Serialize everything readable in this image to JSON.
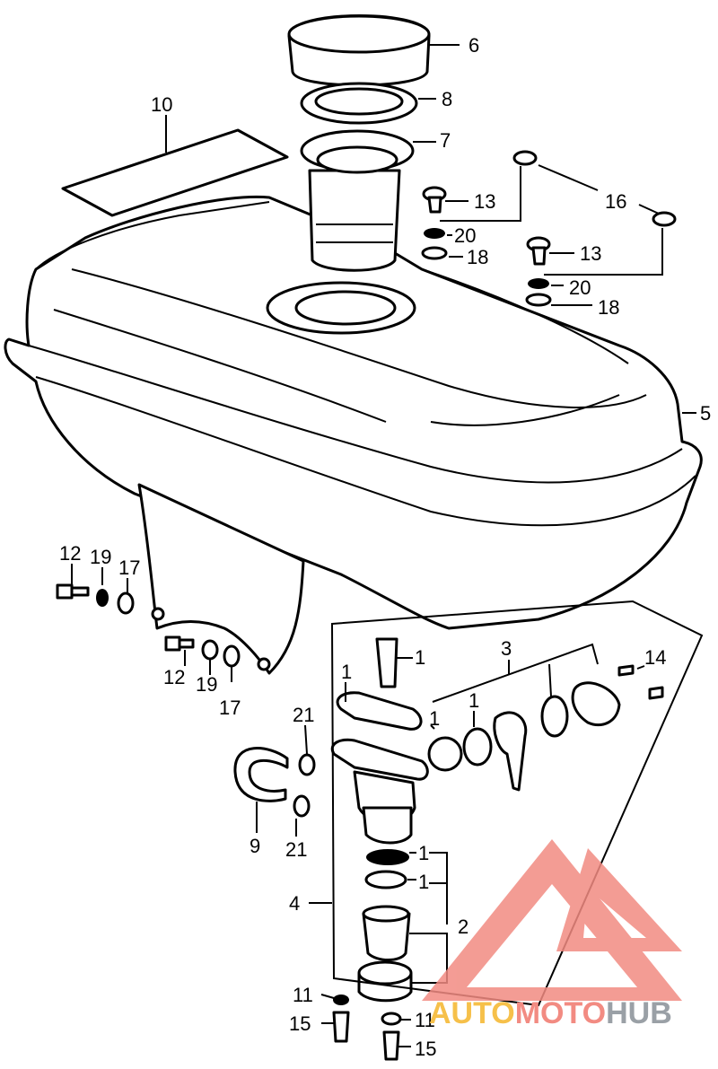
{
  "diagram": {
    "callouts": [
      {
        "id": "c-6",
        "text": "6"
      },
      {
        "id": "c-8",
        "text": "8"
      },
      {
        "id": "c-7",
        "text": "7"
      },
      {
        "id": "c-10",
        "text": "10"
      },
      {
        "id": "c-13a",
        "text": "13"
      },
      {
        "id": "c-16",
        "text": "16"
      },
      {
        "id": "c-20a",
        "text": "20"
      },
      {
        "id": "c-18a",
        "text": "18"
      },
      {
        "id": "c-13b",
        "text": "13"
      },
      {
        "id": "c-20b",
        "text": "20"
      },
      {
        "id": "c-18b",
        "text": "18"
      },
      {
        "id": "c-5",
        "text": "5"
      },
      {
        "id": "c-12a",
        "text": "12"
      },
      {
        "id": "c-19a",
        "text": "19"
      },
      {
        "id": "c-17a",
        "text": "17"
      },
      {
        "id": "c-12b",
        "text": "12"
      },
      {
        "id": "c-19b",
        "text": "19"
      },
      {
        "id": "c-17b",
        "text": "17"
      },
      {
        "id": "c-1a",
        "text": "1"
      },
      {
        "id": "c-3",
        "text": "3"
      },
      {
        "id": "c-14",
        "text": "14"
      },
      {
        "id": "c-1b",
        "text": "1"
      },
      {
        "id": "c-1c",
        "text": "1"
      },
      {
        "id": "c-1d",
        "text": "1"
      },
      {
        "id": "c-21a",
        "text": "21"
      },
      {
        "id": "c-9",
        "text": "9"
      },
      {
        "id": "c-21b",
        "text": "21"
      },
      {
        "id": "c-1e",
        "text": "1"
      },
      {
        "id": "c-1f",
        "text": "1"
      },
      {
        "id": "c-4",
        "text": "4"
      },
      {
        "id": "c-2",
        "text": "2"
      },
      {
        "id": "c-11a",
        "text": "11"
      },
      {
        "id": "c-15a",
        "text": "15"
      },
      {
        "id": "c-11b",
        "text": "11"
      },
      {
        "id": "c-15b",
        "text": "15"
      }
    ]
  },
  "watermark": {
    "part1": "AUTO",
    "part2": "MOTO",
    "part3": "HUB",
    "color_logo": "#f28b82",
    "color_auto": "#f6c04a",
    "color_moto": "#f28b82",
    "color_hub": "#9aa0a6"
  }
}
